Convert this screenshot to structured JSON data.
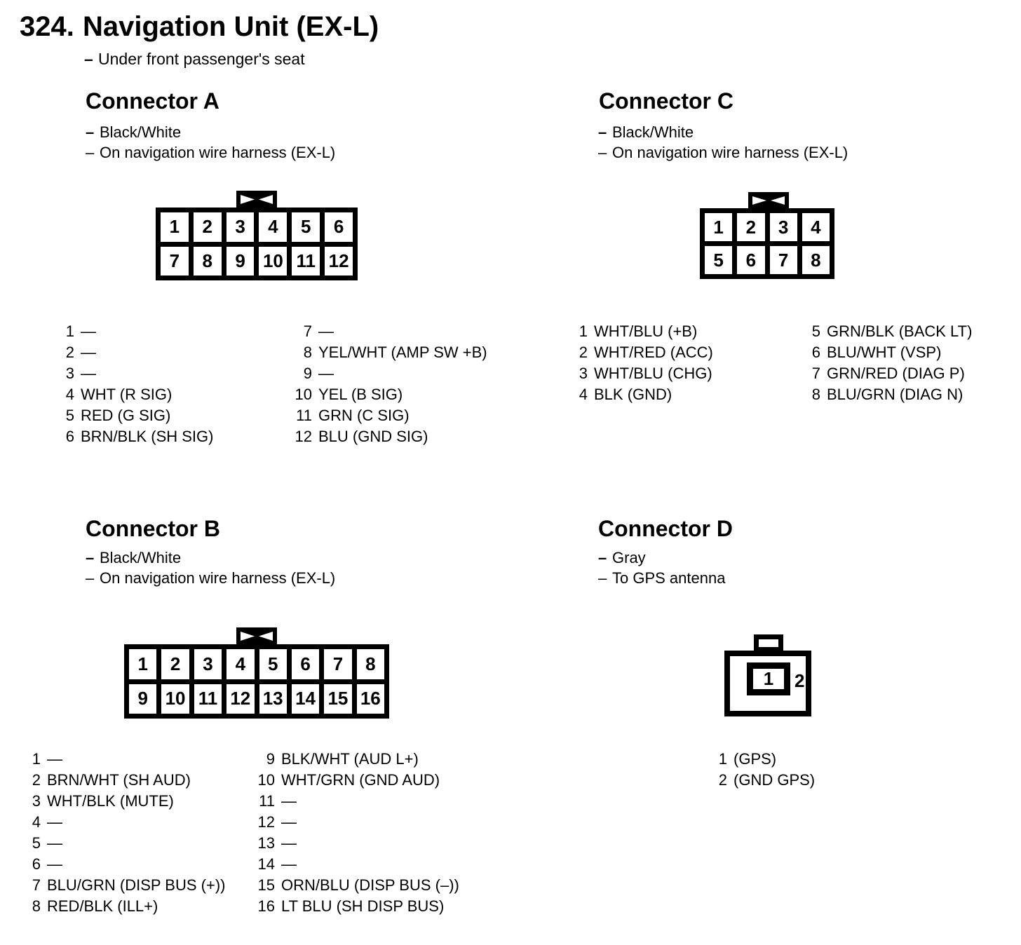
{
  "page": {
    "number": "324.",
    "title": "Navigation Unit (EX-L)",
    "subtitle_dash": "–",
    "subtitle": "Under front passenger's seat"
  },
  "colors": {
    "ink": "#000000",
    "paper": "#ffffff"
  },
  "connectors": [
    {
      "id": "A",
      "heading": "Connector A",
      "bullets": [
        {
          "dash": "–",
          "text": "Black/White",
          "bold": true
        },
        {
          "dash": "–",
          "text": "On navigation wire harness (EX-L)",
          "bold": false
        }
      ],
      "key_icon": "bowtie-key",
      "grid": [
        [
          "1",
          "2",
          "3",
          "4",
          "5",
          "6"
        ],
        [
          "7",
          "8",
          "9",
          "10",
          "11",
          "12"
        ]
      ],
      "pins_left": [
        {
          "num": "1",
          "label": "—"
        },
        {
          "num": "2",
          "label": "—"
        },
        {
          "num": "3",
          "label": "—"
        },
        {
          "num": "4",
          "label": "WHT (R SIG)"
        },
        {
          "num": "5",
          "label": "RED (G SIG)"
        },
        {
          "num": "6",
          "label": "BRN/BLK (SH SIG)"
        }
      ],
      "pins_right": [
        {
          "num": "7",
          "label": "—"
        },
        {
          "num": "8",
          "label": "YEL/WHT (AMP SW +B)"
        },
        {
          "num": "9",
          "label": "—"
        },
        {
          "num": "10",
          "label": "YEL (B SIG)"
        },
        {
          "num": "11",
          "label": "GRN (C SIG)"
        },
        {
          "num": "12",
          "label": "BLU (GND SIG)"
        }
      ]
    },
    {
      "id": "C",
      "heading": "Connector C",
      "bullets": [
        {
          "dash": "–",
          "text": "Black/White",
          "bold": true
        },
        {
          "dash": "–",
          "text": "On navigation wire harness (EX-L)",
          "bold": false
        }
      ],
      "key_icon": "bowtie-key",
      "grid": [
        [
          "1",
          "2",
          "3",
          "4"
        ],
        [
          "5",
          "6",
          "7",
          "8"
        ]
      ],
      "pins_left": [
        {
          "num": "1",
          "label": "WHT/BLU (+B)"
        },
        {
          "num": "2",
          "label": "WHT/RED (ACC)"
        },
        {
          "num": "3",
          "label": "WHT/BLU (CHG)"
        },
        {
          "num": "4",
          "label": "BLK (GND)"
        }
      ],
      "pins_right": [
        {
          "num": "5",
          "label": "GRN/BLK (BACK LT)"
        },
        {
          "num": "6",
          "label": "BLU/WHT (VSP)"
        },
        {
          "num": "7",
          "label": "GRN/RED (DIAG P)"
        },
        {
          "num": "8",
          "label": "BLU/GRN (DIAG N)"
        }
      ]
    },
    {
      "id": "B",
      "heading": "Connector B",
      "bullets": [
        {
          "dash": "–",
          "text": "Black/White",
          "bold": true
        },
        {
          "dash": "–",
          "text": "On navigation wire harness (EX-L)",
          "bold": false
        }
      ],
      "key_icon": "bowtie-key",
      "grid": [
        [
          "1",
          "2",
          "3",
          "4",
          "5",
          "6",
          "7",
          "8"
        ],
        [
          "9",
          "10",
          "11",
          "12",
          "13",
          "14",
          "15",
          "16"
        ]
      ],
      "pins_left": [
        {
          "num": "1",
          "label": "—"
        },
        {
          "num": "2",
          "label": "BRN/WHT (SH AUD)"
        },
        {
          "num": "3",
          "label": "WHT/BLK (MUTE)"
        },
        {
          "num": "4",
          "label": "—"
        },
        {
          "num": "5",
          "label": "—"
        },
        {
          "num": "6",
          "label": "—"
        },
        {
          "num": "7",
          "label": "BLU/GRN (DISP BUS (+))"
        },
        {
          "num": "8",
          "label": "RED/BLK (ILL+)"
        }
      ],
      "pins_right": [
        {
          "num": "9",
          "label": "BLK/WHT (AUD L+)"
        },
        {
          "num": "10",
          "label": "WHT/GRN (GND AUD)"
        },
        {
          "num": "11",
          "label": "—"
        },
        {
          "num": "12",
          "label": "—"
        },
        {
          "num": "13",
          "label": "—"
        },
        {
          "num": "14",
          "label": "—"
        },
        {
          "num": "15",
          "label": "ORN/BLU (DISP BUS (–))"
        },
        {
          "num": "16",
          "label": "LT BLU (SH DISP BUS)"
        }
      ]
    },
    {
      "id": "D",
      "heading": "Connector D",
      "bullets": [
        {
          "dash": "–",
          "text": "Gray",
          "bold": true
        },
        {
          "dash": "–",
          "text": "To GPS antenna",
          "bold": false
        }
      ],
      "key_icon": "plain-tab",
      "cavity_labels": [
        "1",
        "2"
      ],
      "pins_left": [
        {
          "num": "1",
          "label": "(GPS)"
        },
        {
          "num": "2",
          "label": "(GND GPS)"
        }
      ]
    }
  ]
}
